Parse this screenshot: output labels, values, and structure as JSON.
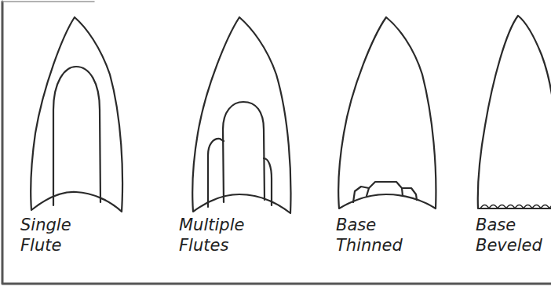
{
  "diagram": {
    "labels": [
      "Single Flute",
      "Multiple Flutes",
      "Base Thinned",
      "Base Beveled"
    ]
  }
}
